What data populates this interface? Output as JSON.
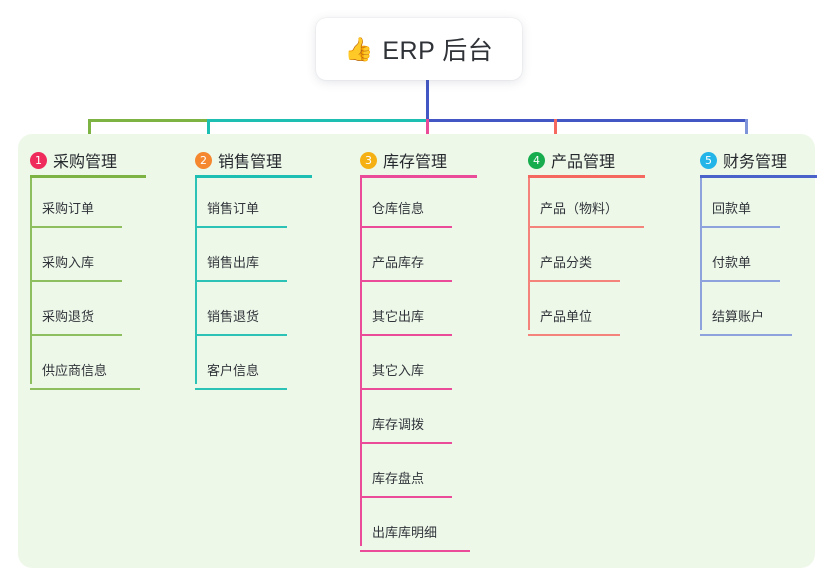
{
  "root": {
    "emoji": "👍",
    "emoji_name": "thumbs-up-icon",
    "title": "ERP 后台"
  },
  "canvas": {
    "background": "#ffffff",
    "panel_background": "#eef8e9"
  },
  "chart_data": {
    "type": "tree",
    "title": "ERP 后台",
    "root": "ERP 后台",
    "branch_count": 5,
    "branches": [
      {
        "index": "1",
        "label": "采购管理",
        "color": "#7cb342",
        "badge_color": "#ef2b5b",
        "children": [
          "采购订单",
          "采购入库",
          "采购退货",
          "供应商信息"
        ]
      },
      {
        "index": "2",
        "label": "销售管理",
        "color": "#1ebfb3",
        "badge_color": "#f5872e",
        "children": [
          "销售订单",
          "销售出库",
          "销售退货",
          "客户信息"
        ]
      },
      {
        "index": "3",
        "label": "库存管理",
        "color": "#ea4c9a",
        "badge_color": "#f5b014",
        "children": [
          "仓库信息",
          "产品库存",
          "其它出库",
          "其它入库",
          "库存调拨",
          "库存盘点",
          "出库库明细"
        ]
      },
      {
        "index": "4",
        "label": "产品管理",
        "color": "#f4685f",
        "badge_color": "#17ad4e",
        "children": [
          "产品（物料）",
          "产品分类",
          "产品单位"
        ]
      },
      {
        "index": "5",
        "label": "财务管理",
        "color": "#7f93d8",
        "badge_color": "#23b5e8",
        "children": [
          "回款单",
          "付款单",
          "结算账户"
        ]
      }
    ],
    "trunk_color": "#4357c4",
    "bus_segments": [
      {
        "color": "#7cb342",
        "from": 88,
        "to": 207
      },
      {
        "color": "#1ebfb3",
        "from": 207,
        "to": 427
      },
      {
        "color": "#4357c4",
        "from": 427,
        "to": 746
      }
    ]
  }
}
